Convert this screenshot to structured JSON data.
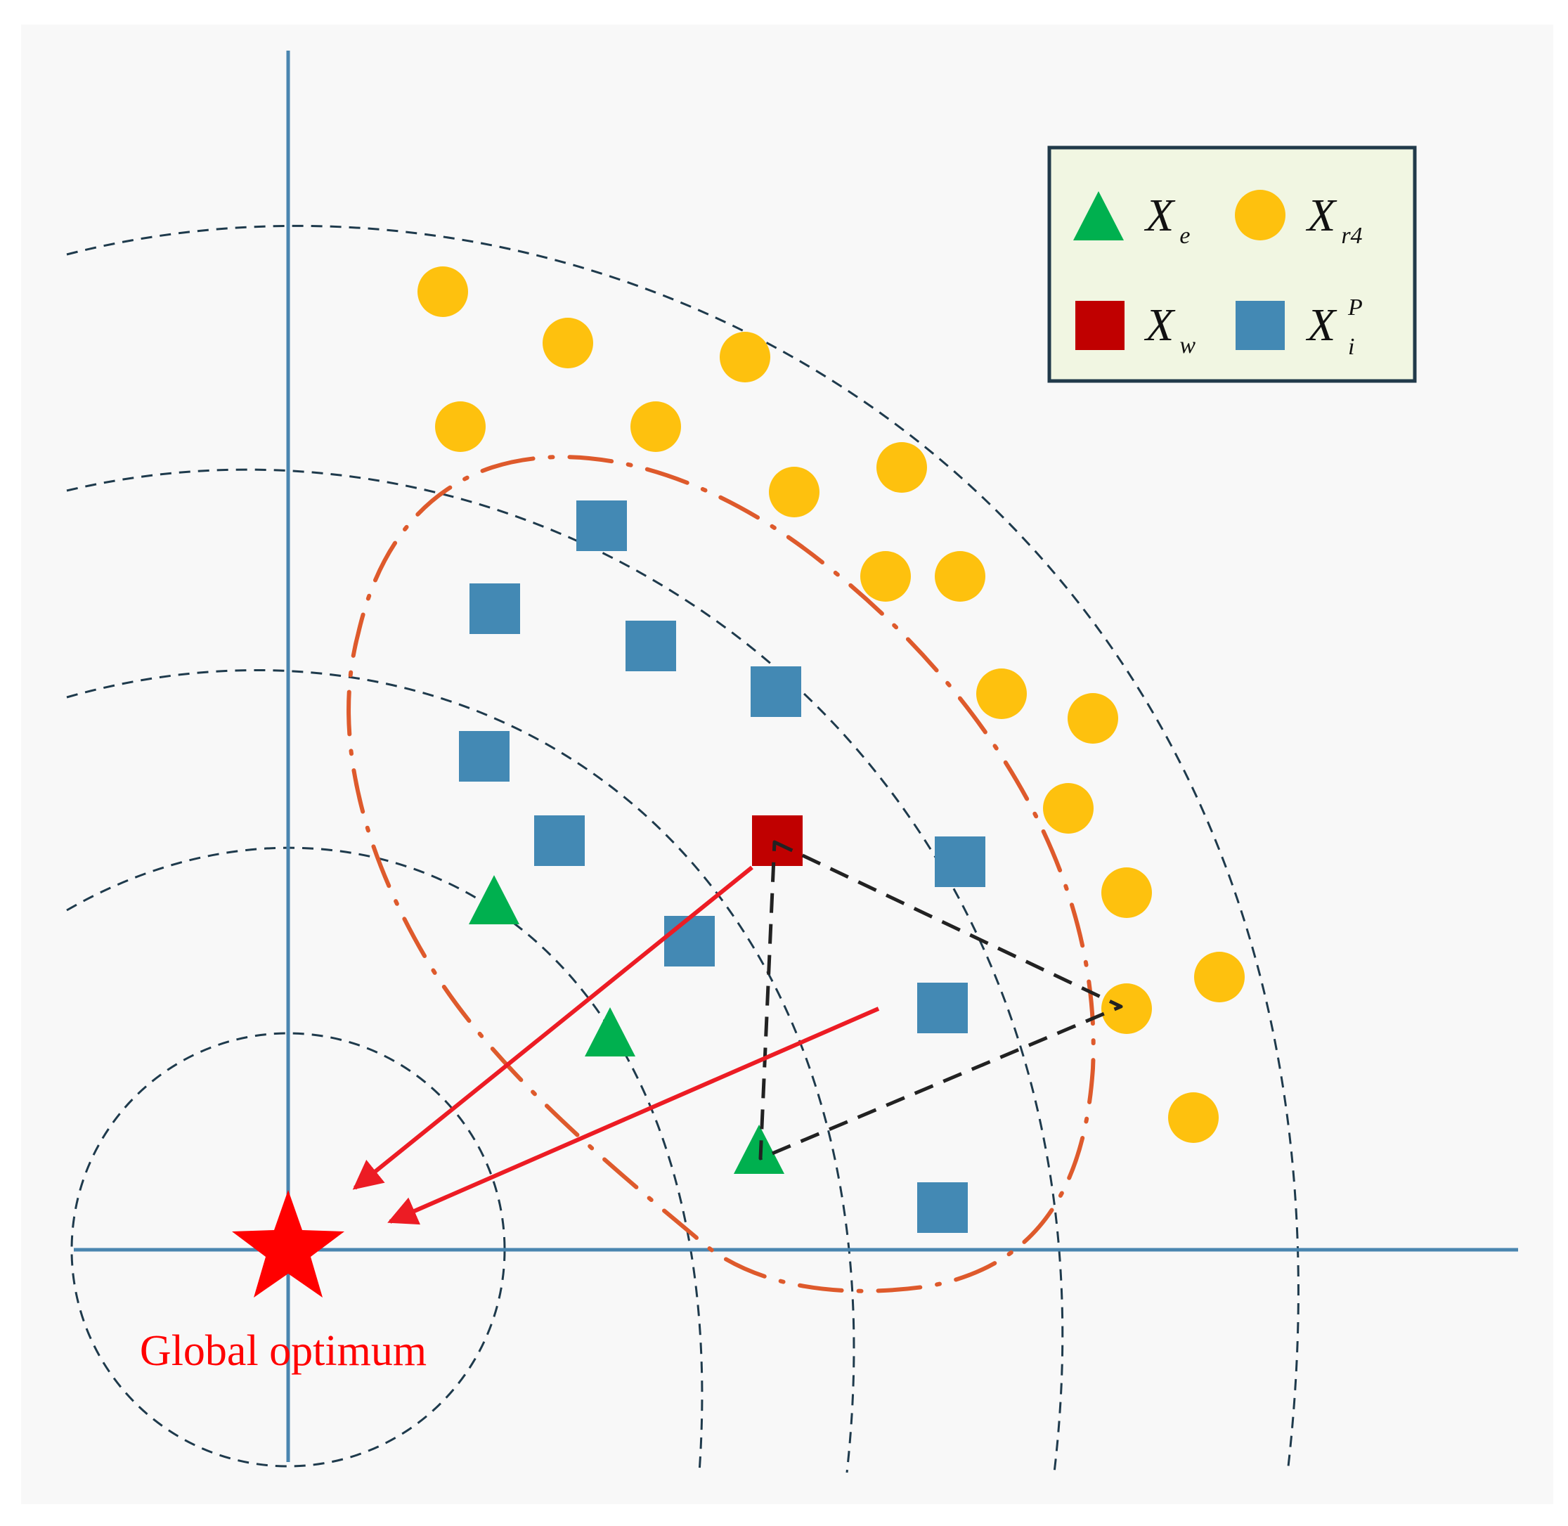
{
  "colors": {
    "background": "#f8f8f8",
    "axis": "#4a86b0",
    "contour": "#1e3a4c",
    "region": "#de5a2c",
    "arrow": "#ec1c24",
    "star": "#ff0000",
    "triangle": "#00b04f",
    "circle": "#fec10e",
    "worst_square": "#c00000",
    "blue_square": "#4389b4",
    "black_dash": "#222222",
    "legend_bg": "#f1f6e2",
    "legend_border": "#213a4a"
  },
  "legend": {
    "items": [
      {
        "symbol": "triangle",
        "base": "X",
        "sub": "e",
        "sup": ""
      },
      {
        "symbol": "circle",
        "base": "X",
        "sub": "r4",
        "sup": ""
      },
      {
        "symbol": "worst-square",
        "base": "X",
        "sub": "w",
        "sup": ""
      },
      {
        "symbol": "blue-square",
        "base": "X",
        "sub": "i",
        "sup": "P"
      }
    ]
  },
  "global_optimum_label": "Global optimum"
}
